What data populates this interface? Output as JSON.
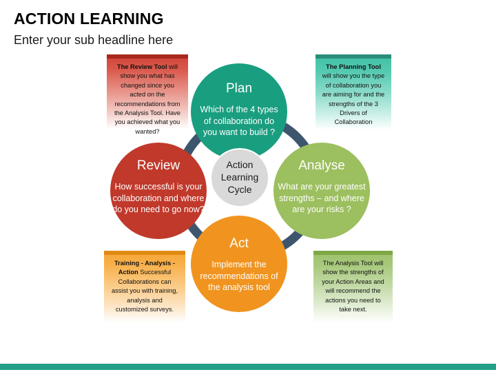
{
  "header": {
    "title": "ACTION LEARNING",
    "subtitle": "Enter your sub headline here"
  },
  "diagram": {
    "hub_label": "Action\nLearning\nCycle",
    "hub_lines": [
      "Action",
      "Learning",
      "Cycle"
    ],
    "nodes": [
      {
        "id": "plan",
        "title": "Plan",
        "description": "Which of the 4 types of collaboration do you want to build ?",
        "color": "#1a9e80",
        "position": "top"
      },
      {
        "id": "analyse",
        "title": "Analyse",
        "description": "What are your greatest strengths – and where are your risks ?",
        "color": "#9cbf5f",
        "position": "right"
      },
      {
        "id": "act",
        "title": "Act",
        "description": "Implement the recommendations of the analysis tool",
        "color": "#f0941f",
        "position": "bottom"
      },
      {
        "id": "review",
        "title": "Review",
        "description": "How successful is your collaboration and where do you need to go now?",
        "color": "#c0392b",
        "position": "left"
      }
    ],
    "ring_color": "#3d566e",
    "hub_color": "#d9d9d9"
  },
  "callouts": {
    "review": {
      "lead": "The Review Tool",
      "rest": " will show you what has changed since you acted on the recommendations from the Analysis Tool. Have you achieved what you wanted?",
      "accent": "#cf4136",
      "cap": "#a8281d"
    },
    "planning": {
      "lead": "The Planning Tool",
      "rest": " will show you the type of collaboration you are aiming for and the strengths of the 3 Drivers of Collaboration",
      "accent": "#3fbfa4",
      "cap": "#2a8d79"
    },
    "training": {
      "lead": "Training - Analysis - Action",
      "rest": " Successful Collaborations can assist you with training, analysis and customized surveys.",
      "accent": "#f6a433",
      "cap": "#e08a14"
    },
    "analysis": {
      "lead": "",
      "rest": "The Analysis Tool will show the strengths of your Action Areas and will recommend the actions you need to take next.",
      "accent": "#9bc06a",
      "cap": "#7fa845"
    }
  },
  "footer": {
    "bar_color": "#22a188"
  }
}
